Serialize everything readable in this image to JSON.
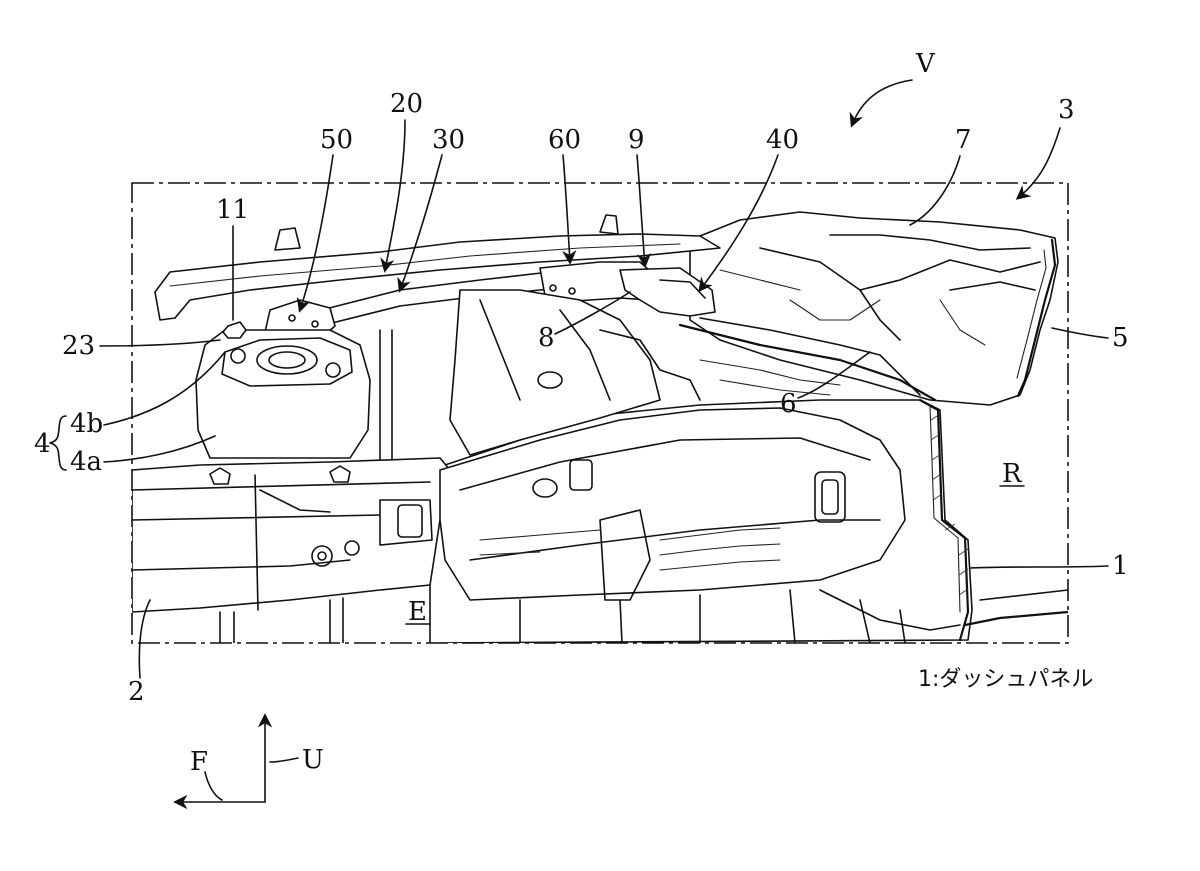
{
  "labels": {
    "v": "V",
    "n3": "3",
    "n20": "20",
    "n50": "50",
    "n30": "30",
    "n60": "60",
    "n9": "9",
    "n40": "40",
    "n7": "7",
    "n11": "11",
    "n23": "23",
    "n8": "8",
    "n5": "5",
    "n6": "6",
    "n4": "4",
    "n4b": "4b",
    "n4a": "4a",
    "r": "R",
    "e": "E",
    "n1": "1",
    "n2": "2",
    "f": "F",
    "u": "U"
  },
  "caption": "1:ダッシュパネル"
}
